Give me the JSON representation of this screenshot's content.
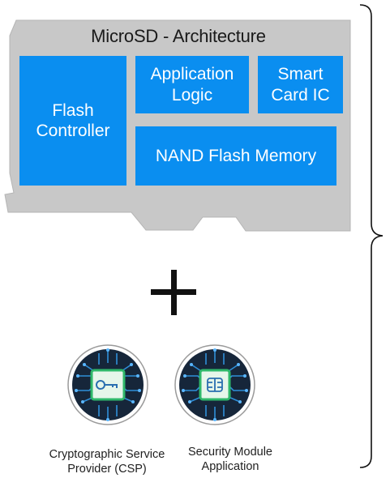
{
  "card": {
    "title": "MicroSD - Architecture",
    "blocks": {
      "flash_controller": "Flash\nController",
      "application_logic": "Application\nLogic",
      "smart_card_ic": "Smart\nCard IC",
      "nand_flash_memory": "NAND Flash Memory"
    },
    "body_color": "#c8c8c8",
    "block_color": "#0a8ef0"
  },
  "operator": "+",
  "modules": [
    {
      "icon": "key-icon",
      "label": "Cryptographic Service\nProvider (CSP)"
    },
    {
      "icon": "chip-icon",
      "label": "Security Module\nApplication"
    }
  ],
  "colors": {
    "brace": "#111111",
    "circuit_dark": "#16263a",
    "circuit_blue": "#2f8fd8",
    "circuit_green": "#2fb86a"
  }
}
